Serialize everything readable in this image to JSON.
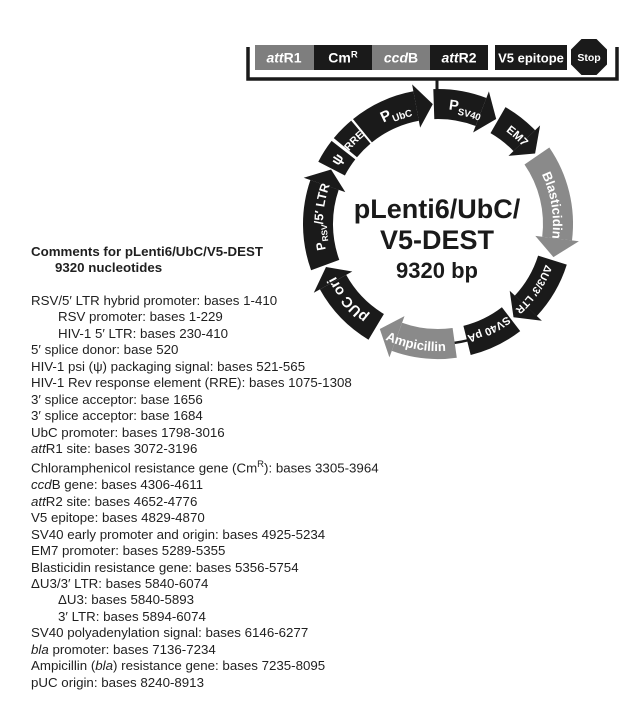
{
  "cassette": {
    "boxes": [
      {
        "it": "att",
        "rest": "R1"
      },
      {
        "main": "Cm",
        "sup": "R"
      },
      {
        "it": "ccd",
        "rest": "B"
      },
      {
        "it": "att",
        "rest": "R2"
      },
      {
        "label": "V5 epitope"
      },
      {
        "label": "Stop"
      }
    ]
  },
  "plasmid": {
    "title_line1": "pLenti6/UbC/",
    "title_line2": "V5-DEST",
    "size_label": "9320 bp",
    "colors": {
      "black": "#1a1a1a",
      "gray": "#8a8a8a"
    },
    "connector": {
      "a0": 163,
      "a1": 175
    },
    "segments": [
      {
        "name": "rsv-5ltr-promoter",
        "a0": 250,
        "a1": 289,
        "head": 8,
        "color": "black",
        "fs": 12.5,
        "parts": [
          [
            "",
            "P"
          ],
          [
            "sub",
            "RSV"
          ],
          [
            "",
            "/5′ LTR"
          ]
        ]
      },
      {
        "name": "psi-packaging-signal",
        "a0": 297.5,
        "a1": 308,
        "head": 0,
        "color": "black",
        "fs": 14,
        "parts": [
          [
            "",
            "ψ"
          ]
        ]
      },
      {
        "name": "rre",
        "a0": 309.5,
        "a1": 320,
        "head": 0,
        "color": "black",
        "fs": 10.5,
        "parts": [
          [
            "",
            "RRE"
          ]
        ]
      },
      {
        "name": "ubc-promoter",
        "a0": 321,
        "a1": 349.5,
        "head": 8,
        "color": "black",
        "fs": 15,
        "parts": [
          [
            "",
            "P"
          ],
          [
            "sub",
            "UbC"
          ]
        ]
      },
      {
        "name": "sv40-promoter",
        "a0": 358,
        "a1": 381,
        "head": 8,
        "color": "black",
        "fs": 14.5,
        "parts": [
          [
            "",
            "P"
          ],
          [
            "sub",
            "SV40"
          ]
        ]
      },
      {
        "name": "em7-promoter",
        "a0": 30,
        "a1": 46,
        "head": 8,
        "color": "black",
        "fs": 11.5,
        "parts": [
          [
            "",
            "EM7"
          ]
        ]
      },
      {
        "name": "blasticidin-resistance",
        "a0": 55.5,
        "a1": 97,
        "head": 9,
        "color": "gray",
        "fs": 13,
        "parts": [
          [
            "",
            "Blasticidin"
          ]
        ]
      },
      {
        "name": "delta-u3-3ltr",
        "a0": 107.5,
        "a1": 133,
        "head": 8,
        "color": "black",
        "fs": 10.5,
        "parts": [
          [
            "",
            "ΔU3/3′ LTR"
          ]
        ]
      },
      {
        "name": "sv40-pa",
        "a0": 142.5,
        "a1": 166,
        "head": 0,
        "color": "black",
        "fs": 11,
        "parts": [
          [
            "",
            "SV40 pA"
          ]
        ]
      },
      {
        "name": "ampicillin-resistance",
        "a0": 172,
        "a1": 200,
        "head": 9,
        "color": "gray",
        "fs": 13,
        "flip": true,
        "parts": [
          [
            "",
            "Ampicillin"
          ]
        ]
      },
      {
        "name": "puc-ori",
        "a0": 211,
        "a1": 241,
        "head": 8,
        "color": "black",
        "fs": 14.5,
        "parts": [
          [
            "",
            "pUC ori"
          ]
        ]
      }
    ]
  },
  "comments": {
    "heading_line1": "Comments for pLenti6/UbC/V5-DEST",
    "heading_line2": "9320 nucleotides",
    "lines": [
      {
        "indent": 0,
        "parts": [
          [
            "",
            "RSV/5′ LTR hybrid promoter: bases 1-410"
          ]
        ]
      },
      {
        "indent": 1,
        "parts": [
          [
            "",
            "RSV promoter: bases 1-229"
          ]
        ]
      },
      {
        "indent": 1,
        "parts": [
          [
            "",
            "HIV-1 5′ LTR: bases 230-410"
          ]
        ]
      },
      {
        "indent": 0,
        "parts": [
          [
            "",
            "5′ splice donor: base 520"
          ]
        ]
      },
      {
        "indent": 0,
        "parts": [
          [
            "",
            "HIV-1 psi (ψ) packaging signal: bases 521-565"
          ]
        ]
      },
      {
        "indent": 0,
        "parts": [
          [
            "",
            "HIV-1 Rev response element (RRE): bases 1075-1308"
          ]
        ]
      },
      {
        "indent": 0,
        "parts": [
          [
            "",
            "3′ splice acceptor: base 1656"
          ]
        ]
      },
      {
        "indent": 0,
        "parts": [
          [
            "",
            "3′ splice acceptor: base 1684"
          ]
        ]
      },
      {
        "indent": 0,
        "parts": [
          [
            "",
            "UbC promoter: bases 1798-3016"
          ]
        ]
      },
      {
        "indent": 0,
        "parts": [
          [
            "i",
            "att"
          ],
          [
            "",
            "R1 site: bases 3072-3196"
          ]
        ]
      },
      {
        "indent": 0,
        "parts": [
          [
            "",
            "Chloramphenicol resistance gene (Cm"
          ],
          [
            "sup",
            "R"
          ],
          [
            "",
            "): bases 3305-3964"
          ]
        ]
      },
      {
        "indent": 0,
        "parts": [
          [
            "i",
            "ccd"
          ],
          [
            "",
            "B gene: bases 4306-4611"
          ]
        ]
      },
      {
        "indent": 0,
        "parts": [
          [
            "i",
            "att"
          ],
          [
            "",
            "R2 site: bases 4652-4776"
          ]
        ]
      },
      {
        "indent": 0,
        "parts": [
          [
            "",
            "V5 epitope: bases 4829-4870"
          ]
        ]
      },
      {
        "indent": 0,
        "parts": [
          [
            "",
            "SV40 early promoter and origin: bases 4925-5234"
          ]
        ]
      },
      {
        "indent": 0,
        "parts": [
          [
            "",
            "EM7 promoter: bases 5289-5355"
          ]
        ]
      },
      {
        "indent": 0,
        "parts": [
          [
            "",
            "Blasticidin resistance gene: bases 5356-5754"
          ]
        ]
      },
      {
        "indent": 0,
        "parts": [
          [
            "",
            "ΔU3/3′ LTR: bases 5840-6074"
          ]
        ]
      },
      {
        "indent": 1,
        "parts": [
          [
            "",
            "ΔU3: bases 5840-5893"
          ]
        ]
      },
      {
        "indent": 1,
        "parts": [
          [
            "",
            "3′ LTR: bases 5894-6074"
          ]
        ]
      },
      {
        "indent": 0,
        "parts": [
          [
            "",
            "SV40 polyadenylation signal: bases 6146-6277"
          ]
        ]
      },
      {
        "indent": 0,
        "parts": [
          [
            "i",
            "bla"
          ],
          [
            "",
            " promoter: bases 7136-7234"
          ]
        ]
      },
      {
        "indent": 0,
        "parts": [
          [
            "",
            "Ampicillin ("
          ],
          [
            "i",
            "bla"
          ],
          [
            "",
            ") resistance gene: bases 7235-8095"
          ]
        ]
      },
      {
        "indent": 0,
        "parts": [
          [
            "",
            "pUC origin: bases 8240-8913"
          ]
        ]
      }
    ]
  }
}
